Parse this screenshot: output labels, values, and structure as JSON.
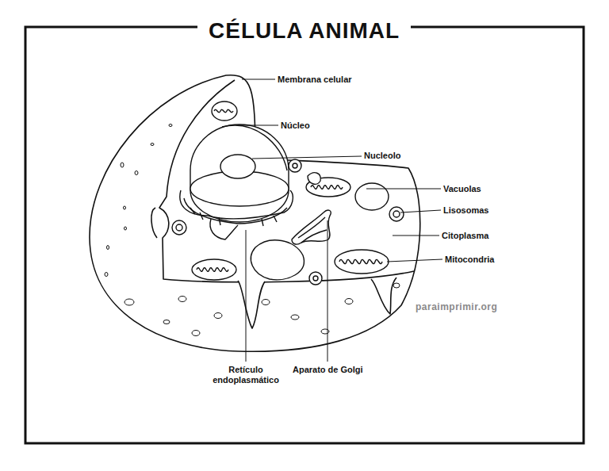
{
  "diagram": {
    "title": "CÉLULA ANIMAL",
    "labels": [
      "Membrana celular",
      "Núcleo",
      "Nucleolo",
      "Vacuolas",
      "Lisosomas",
      "Citoplasma",
      "Mitocondria",
      "Retículo endoplasmático",
      "Aparato de Golgi",
      "paraimprimir.org"
    ]
  }
}
